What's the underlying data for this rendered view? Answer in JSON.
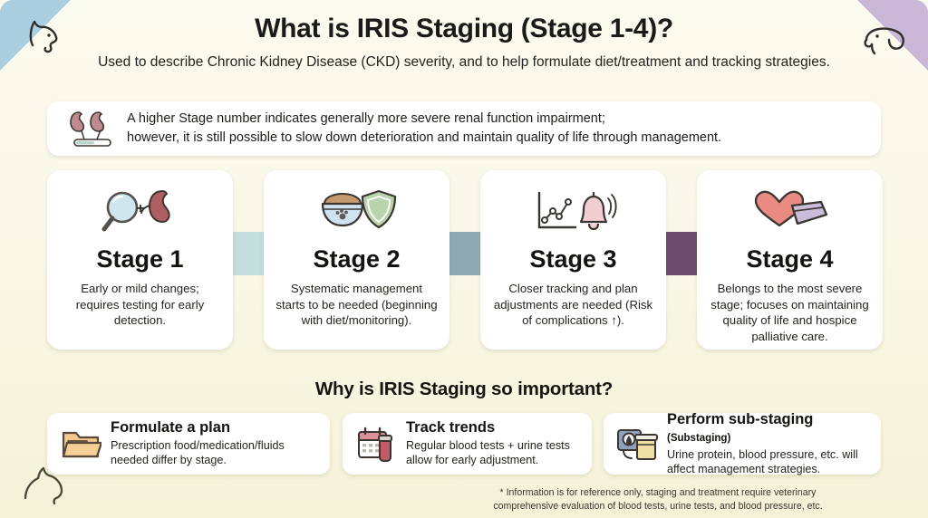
{
  "header": {
    "title": "What is IRIS Staging (Stage 1-4)?",
    "subtitle": "Used to describe Chronic Kidney Disease (CKD) severity, and to help formulate diet/treatment and tracking strategies."
  },
  "decorations": {
    "top_left_pet": "cat-head-icon",
    "top_right_pet": "dog-head-icon",
    "bottom_left_pet": "cat-silhouette-icon",
    "top_left_color": "#aacfe0",
    "top_right_color": "#cbb8d8",
    "background_color": "#faf8e8"
  },
  "notice": {
    "icon": "kidneys-scale-icon",
    "line1": "A higher Stage number indicates generally more severe renal function impairment;",
    "line2": "however, it is still possible to slow down deterioration and maintain quality of life through management."
  },
  "stages": [
    {
      "name": "Stage 1",
      "icon": "magnifier-kidney-icon",
      "description": "Early or mild changes; requires testing for early detection."
    },
    {
      "name": "Stage 2",
      "icon": "food-bowl-shield-icon",
      "description": "Systematic management starts to be needed (beginning with diet/monitoring)."
    },
    {
      "name": "Stage 3",
      "icon": "chart-bell-icon",
      "description": "Closer tracking and plan adjustments are needed (Risk of complications ↑)."
    },
    {
      "name": "Stage 4",
      "icon": "heart-pillow-icon",
      "description": "Belongs to the most severe stage; focuses on maintaining quality of life and hospice palliative care."
    }
  ],
  "connectors": [
    {
      "color": "#c3dedd"
    },
    {
      "color": "#8fa9b4"
    },
    {
      "color": "#6c4a6e"
    }
  ],
  "why": {
    "title": "Why is IRIS Staging so important?",
    "items": [
      {
        "icon": "folder-icon",
        "title": "Formulate a plan",
        "title_suffix": "",
        "description": "Prescription food/medication/fluids needed differ by stage."
      },
      {
        "icon": "calendar-test-tube-icon",
        "title": "Track trends",
        "title_suffix": "",
        "description": "Regular blood tests + urine tests allow for early adjustment."
      },
      {
        "icon": "blood-pressure-urine-cup-icon",
        "title": "Perform sub-staging",
        "title_suffix": "(Substaging)",
        "description": "Urine protein, blood pressure, etc. will affect management strategies."
      }
    ]
  },
  "footer": {
    "line1": "* Information is for reference only, staging and treatment require veterinary",
    "line2": "comprehensive evaluation of blood tests, urine tests, and blood pressure, etc."
  }
}
